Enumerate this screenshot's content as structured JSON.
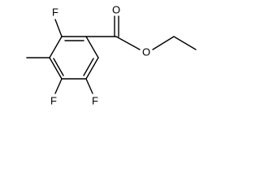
{
  "molecule": {
    "atoms": {
      "f_top": "F",
      "f_left": "F",
      "f_right": "F",
      "o_carbonyl": "O",
      "o_ester": "O"
    }
  }
}
